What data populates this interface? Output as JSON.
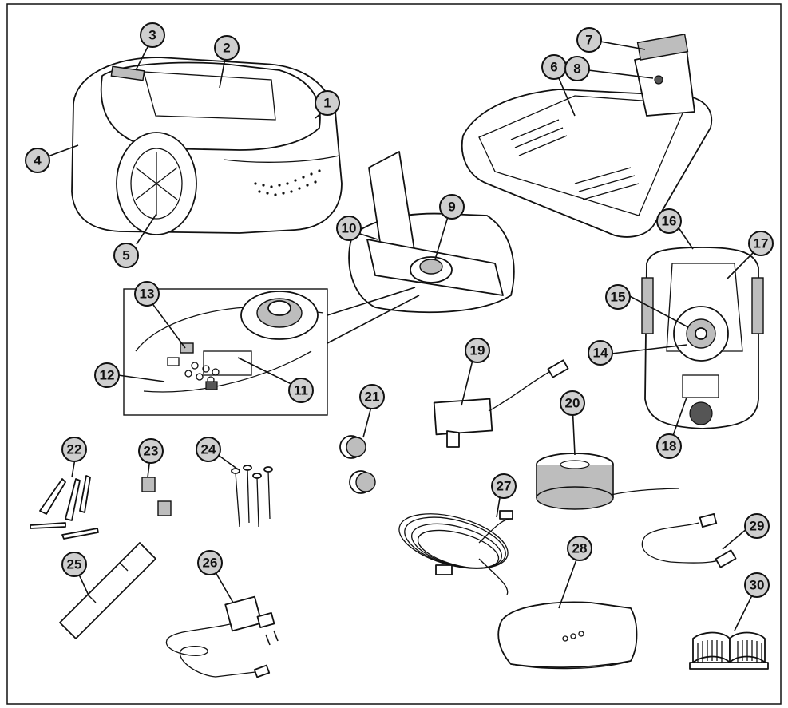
{
  "callouts": [
    "1",
    "2",
    "3",
    "4",
    "5",
    "6",
    "7",
    "8",
    "9",
    "10",
    "11",
    "12",
    "13",
    "14",
    "15",
    "16",
    "17",
    "18",
    "19",
    "20",
    "21",
    "22",
    "23",
    "24",
    "25",
    "26",
    "27",
    "28",
    "29",
    "30"
  ],
  "components": [
    {
      "id": "robotic-mower",
      "icon": "mower-icon"
    },
    {
      "id": "charging-station",
      "icon": "charging-station-icon"
    },
    {
      "id": "control-panel",
      "icon": "keypad-icon"
    },
    {
      "id": "mower-underside",
      "icon": "mower-underside-icon"
    },
    {
      "id": "power-supply",
      "icon": "power-supply-icon"
    },
    {
      "id": "boundary-wire-reel",
      "icon": "wire-reel-icon"
    },
    {
      "id": "connectors",
      "icon": "connector-icon"
    },
    {
      "id": "pegs",
      "icon": "peg-icon"
    },
    {
      "id": "couplers",
      "icon": "coupler-icon"
    },
    {
      "id": "screws",
      "icon": "screw-icon"
    },
    {
      "id": "measurement-gauge",
      "icon": "ruler-icon"
    },
    {
      "id": "plug-adapter",
      "icon": "plug-icon"
    },
    {
      "id": "low-voltage-cable",
      "icon": "cable-icon"
    },
    {
      "id": "gateway",
      "icon": "gateway-icon"
    },
    {
      "id": "lan-cable",
      "icon": "ethernet-cable-icon"
    },
    {
      "id": "manual",
      "icon": "book-icon"
    }
  ]
}
